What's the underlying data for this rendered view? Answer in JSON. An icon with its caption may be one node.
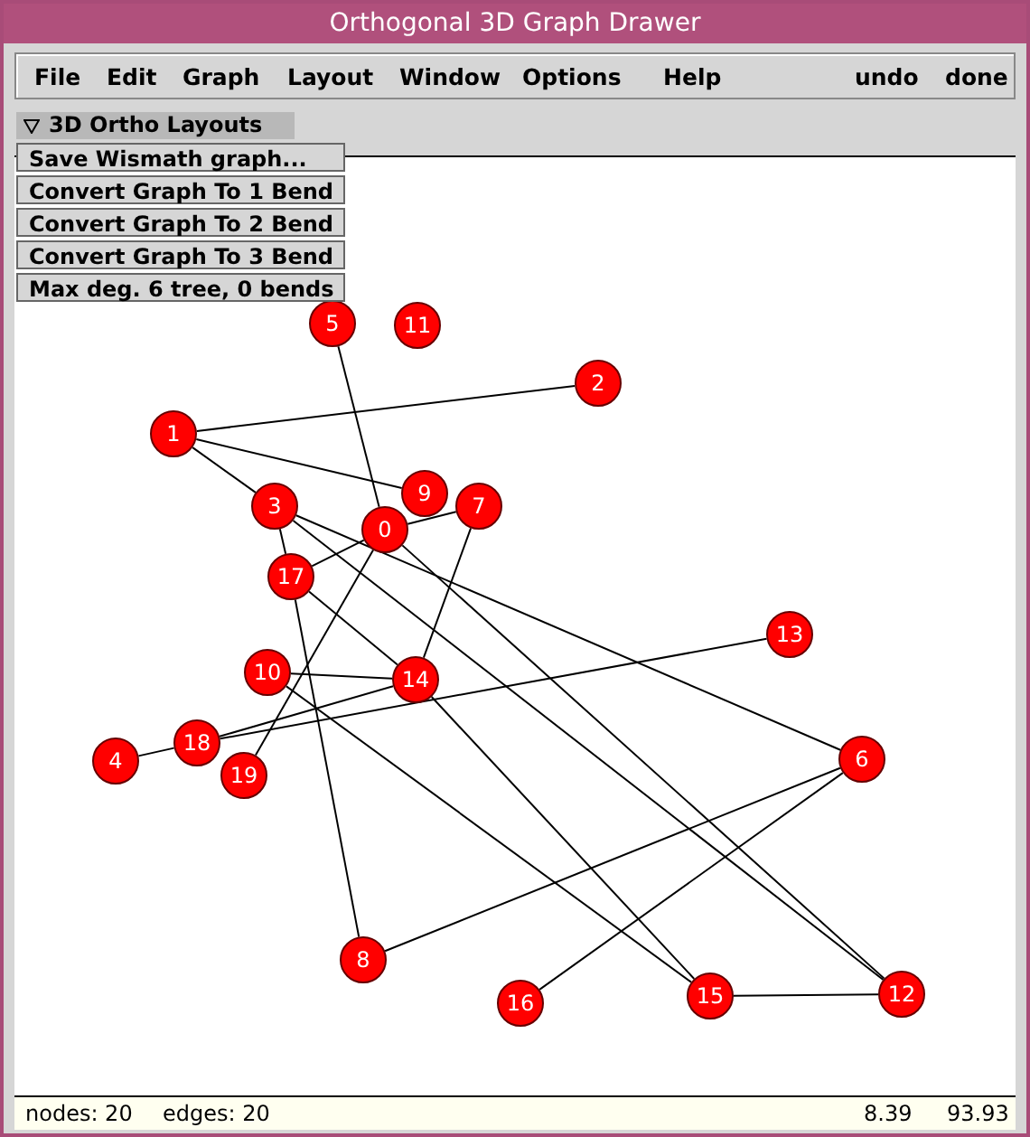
{
  "diagram": {
    "title": "Orthogonal 3D Graph Drawer",
    "nodes": [
      {
        "text": [
          "5"
        ]
      },
      {
        "text": [
          "11"
        ]
      },
      {
        "text": [
          "2"
        ]
      },
      {
        "text": [
          "1"
        ]
      },
      {
        "text": [
          "9"
        ]
      },
      {
        "text": [
          "7"
        ]
      },
      {
        "text": [
          "3"
        ]
      },
      {
        "text": [
          "0"
        ]
      },
      {
        "text": [
          "17"
        ]
      },
      {
        "text": [
          "13"
        ]
      },
      {
        "text": [
          "10"
        ]
      },
      {
        "text": [
          "14"
        ]
      },
      {
        "text": [
          "6"
        ]
      },
      {
        "text": [
          "18"
        ]
      },
      {
        "text": [
          "4"
        ]
      },
      {
        "text": [
          "19"
        ]
      },
      {
        "text": [
          "8"
        ]
      },
      {
        "text": [
          "16"
        ]
      },
      {
        "text": [
          "15"
        ]
      },
      {
        "text": [
          "12"
        ]
      }
    ],
    "edges": [
      {
        "from": 3,
        "to": 2,
        "arrow": "none"
      },
      {
        "from": 3,
        "to": 4,
        "arrow": "none"
      },
      {
        "from": 3,
        "to": 6,
        "arrow": "none"
      },
      {
        "from": 0,
        "to": 7,
        "arrow": "none"
      },
      {
        "from": 7,
        "to": 5,
        "arrow": "none"
      },
      {
        "from": 7,
        "to": 8,
        "arrow": "none"
      },
      {
        "from": 7,
        "to": 15,
        "arrow": "none"
      },
      {
        "from": 6,
        "to": 12,
        "arrow": "none"
      },
      {
        "from": 6,
        "to": 19,
        "arrow": "none"
      },
      {
        "from": 7,
        "to": 19,
        "arrow": "none"
      },
      {
        "from": 6,
        "to": 8,
        "arrow": "none"
      },
      {
        "from": 8,
        "to": 16,
        "arrow": "none"
      },
      {
        "from": 8,
        "to": 11,
        "arrow": "none"
      },
      {
        "from": 11,
        "to": 18,
        "arrow": "none"
      },
      {
        "from": 5,
        "to": 11,
        "arrow": "none"
      },
      {
        "from": 10,
        "to": 11,
        "arrow": "none"
      },
      {
        "from": 10,
        "to": 18,
        "arrow": "none"
      },
      {
        "from": 13,
        "to": 11,
        "arrow": "none"
      },
      {
        "from": 13,
        "to": 9,
        "arrow": "none"
      },
      {
        "from": 14,
        "to": 13,
        "arrow": "none"
      },
      {
        "from": 16,
        "to": 12,
        "arrow": "none"
      },
      {
        "from": 17,
        "to": 12,
        "arrow": "none"
      },
      {
        "from": 18,
        "to": 19,
        "arrow": "none"
      }
    ],
    "labels": [
      "File",
      "Edit",
      "Graph",
      "Layout",
      "Window",
      "Options",
      "Help",
      "undo",
      "done",
      "3D Ortho Layouts",
      "Save Wismath graph...",
      "Convert Graph To 1 Bend",
      "Convert Graph To 2 Bend",
      "Convert Graph To 3 Bend",
      "Max deg. 6 tree, 0 bends",
      "nodes: 20",
      "edges: 20",
      "8.39",
      "93.93"
    ]
  }
}
